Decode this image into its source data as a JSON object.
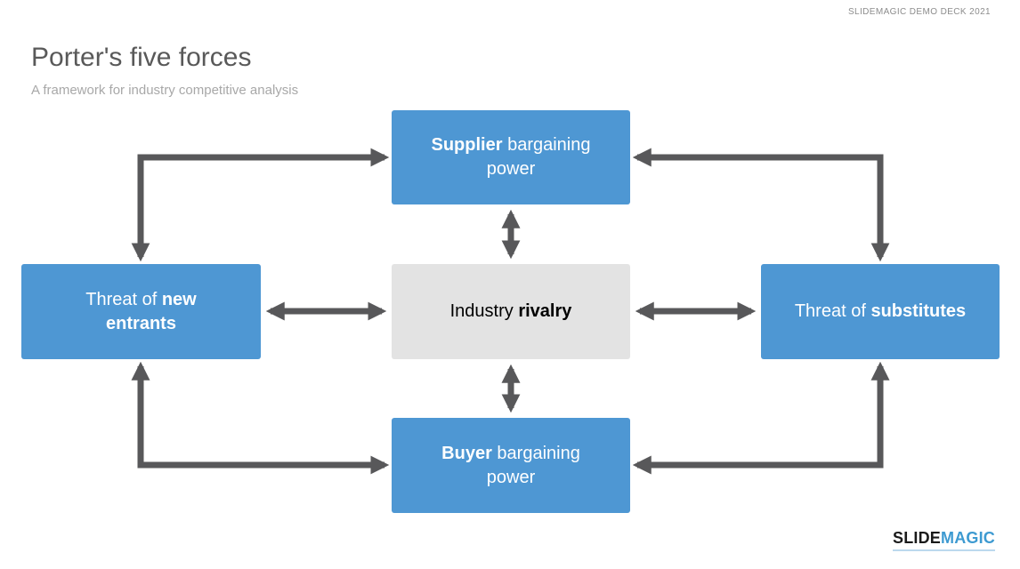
{
  "header": {
    "deck_label": "SLIDEMAGIC DEMO DECK 2021",
    "title": "Porter's five forces",
    "subtitle": "A framework for industry competitive analysis"
  },
  "diagram": {
    "boxes": {
      "supplier": {
        "pre": "",
        "bold": "Supplier",
        "post": " bargaining power"
      },
      "entrants": {
        "pre": "Threat of ",
        "bold": "new entrants",
        "post": ""
      },
      "rivalry": {
        "pre": "Industry ",
        "bold": "rivalry",
        "post": ""
      },
      "substitutes": {
        "pre": "Threat of ",
        "bold": "substitutes",
        "post": ""
      },
      "buyer": {
        "pre": "",
        "bold": "Buyer",
        "post": " bargaining power"
      }
    }
  },
  "footer": {
    "logo": {
      "slide": "SLIDE",
      "magic": "MAGIC"
    }
  },
  "colors": {
    "box_blue": "#4e97d3",
    "box_gray": "#e3e3e3",
    "arrow": "#58585a",
    "title_gray": "#595959",
    "subtitle_gray": "#a8a8a8",
    "logo_blue": "#3d9ad1"
  }
}
